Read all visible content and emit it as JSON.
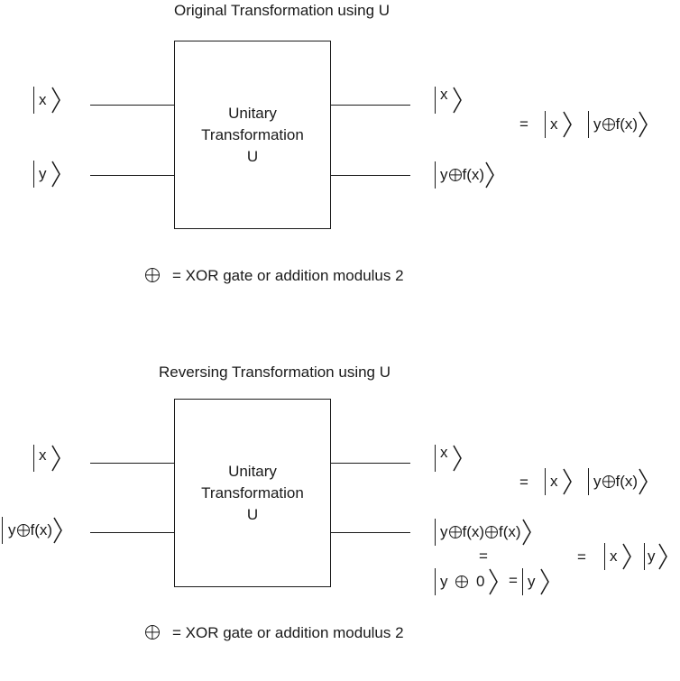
{
  "top": {
    "title": "Original Transformation using U",
    "box_line1": "Unitary",
    "box_line2": "Transformation",
    "box_line3": "U",
    "in_x": "x",
    "in_y": "y",
    "out_x": "x",
    "out_y_a": "y",
    "out_y_b": "f(x)",
    "eq": "=",
    "res_x": "x",
    "res_y_a": "y",
    "res_y_b": "f(x)",
    "legend": "= XOR gate or addition modulus 2"
  },
  "bottom": {
    "title": "Reversing Transformation using U",
    "box_line1": "Unitary",
    "box_line2": "Transformation",
    "box_line3": "U",
    "in_x": "x",
    "in_y_a": "y",
    "in_y_b": "f(x)",
    "out_x": "x",
    "out_y_a": "y",
    "out_y_b": "f(x)",
    "out_y_c": "f(x)",
    "mid_eq": "=",
    "zero_a": "y",
    "zero_b": "0",
    "zero_eq": "=",
    "zero_res": "y",
    "eq1": "=",
    "res1_x": "x",
    "res1_y_a": "y",
    "res1_y_b": "f(x)",
    "eq2": "=",
    "res2_x": "x",
    "res2_y": "y",
    "legend": "= XOR gate or addition modulus 2"
  },
  "icons": [
    "oplus-icon",
    "ket-bar",
    "ket-angle"
  ]
}
